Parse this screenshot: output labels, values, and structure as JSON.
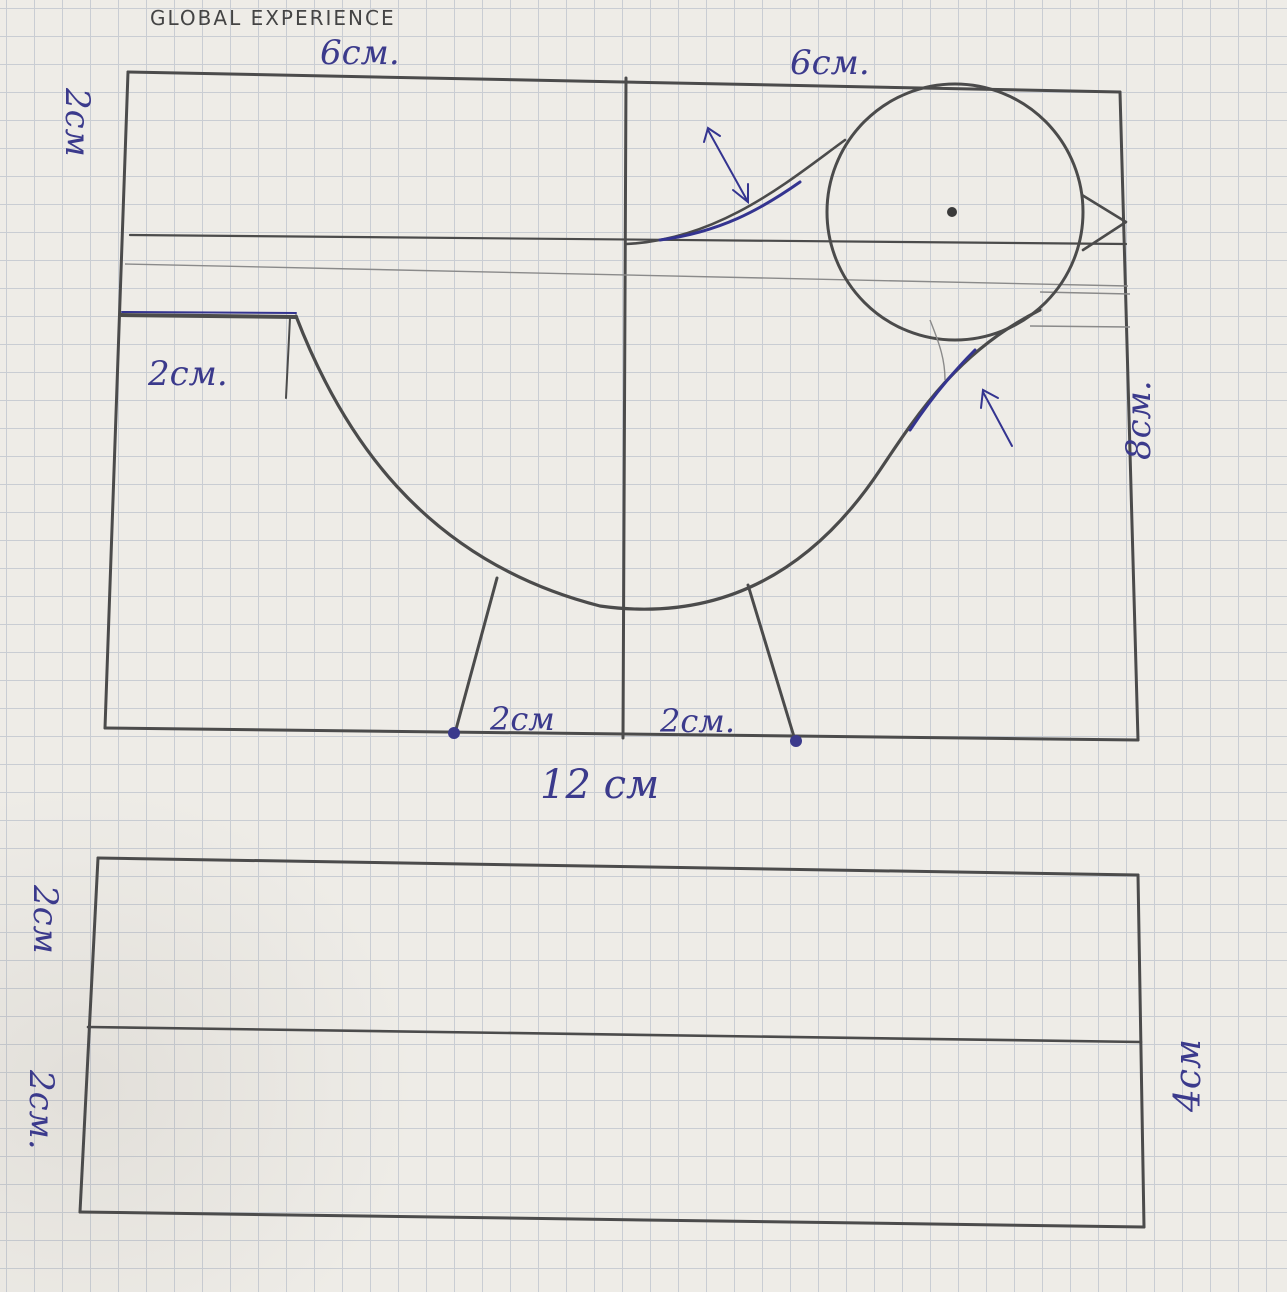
{
  "brand": "GLOBAL EXPERIENCE",
  "labels": {
    "top_left_width": "6см.",
    "top_right_width": "6см.",
    "left_height_top": "2см",
    "tail_width": "2см.",
    "right_height": "8см.",
    "leg_left_gap": "2см",
    "leg_right_gap": "2см.",
    "bottom_width": "12 см",
    "strip_left_top": "2см",
    "strip_left_bottom": "2см.",
    "strip_right_height": "4см"
  },
  "colors": {
    "ink": "#3b3a8c",
    "pencil": "#4b4b4b",
    "grid": "#c9cdd3"
  }
}
